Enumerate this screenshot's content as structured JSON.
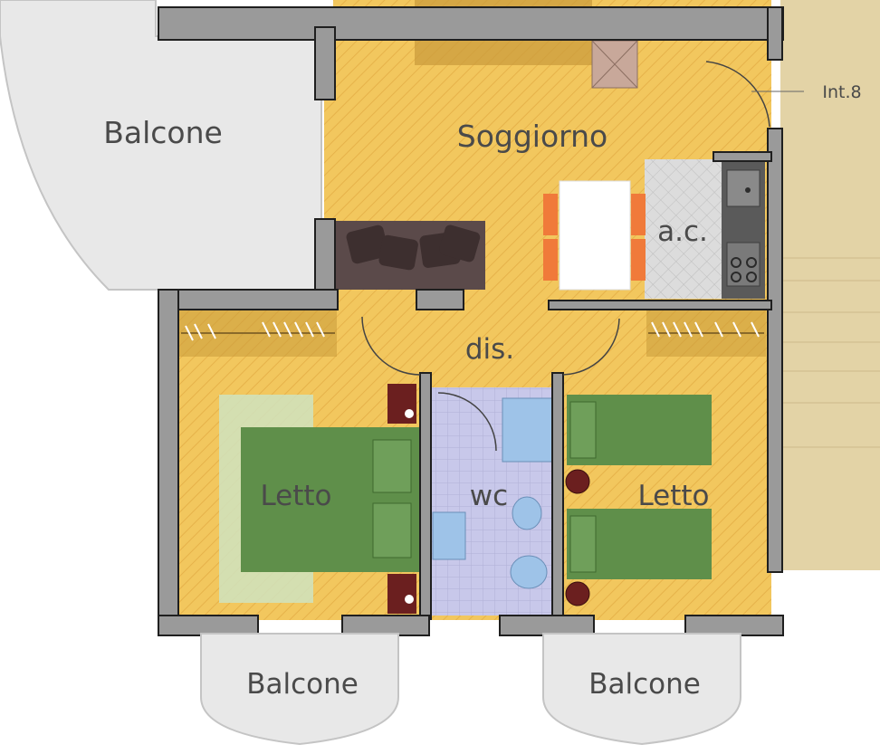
{
  "labels": {
    "balcony_upper": "Balcone",
    "living_room": "Soggiorno",
    "kitchenette": "a.c.",
    "hallway": "dis.",
    "bedroom_left": "Letto",
    "bathroom": "wc",
    "bedroom_right": "Letto",
    "balcony_lower_left": "Balcone",
    "balcony_lower_right": "Balcone",
    "unit_number": "Int.8"
  },
  "colors": {
    "floor": "#f2c75e",
    "wall": "#9a9a9a",
    "balcony": "#e8e8e8",
    "bathroom_floor": "#c8c8ea",
    "bed": "#5f8f4a",
    "sofa": "#5b4a4a",
    "stair": "#e3d3a6"
  }
}
